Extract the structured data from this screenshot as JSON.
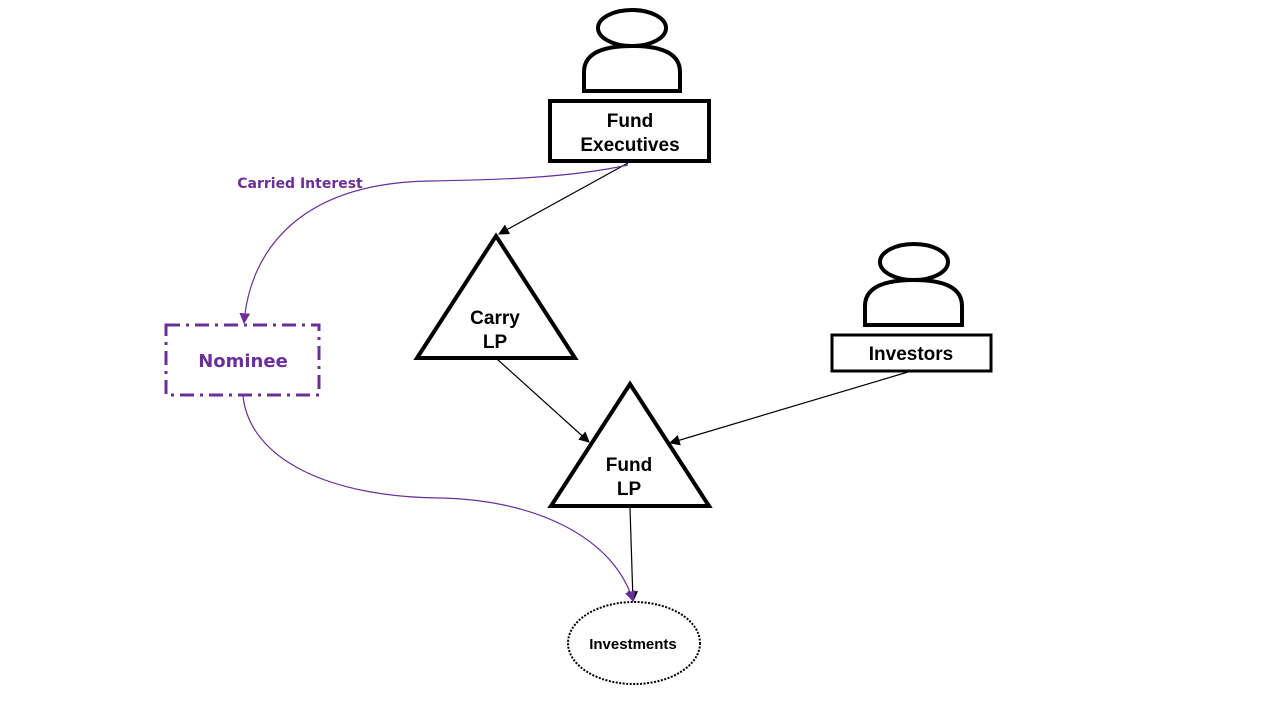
{
  "colors": {
    "accent": "#6b2f99",
    "stroke": "#000000",
    "background": "#ffffff"
  },
  "nodes": {
    "fund_executives": {
      "line1": "Fund",
      "line2": "Executives",
      "icon": "person-icon"
    },
    "investors": {
      "label": "Investors",
      "icon": "person-icon"
    },
    "carry_lp": {
      "line1": "Carry",
      "line2": "LP",
      "shape": "triangle"
    },
    "fund_lp": {
      "line1": "Fund",
      "line2": "LP",
      "shape": "triangle"
    },
    "nominee": {
      "label": "Nominee",
      "shape": "dash-dot-rectangle"
    },
    "investments": {
      "label": "Investments",
      "shape": "dotted-ellipse"
    }
  },
  "edges": [
    {
      "from": "Fund Executives",
      "to": "Carry LP",
      "label": ""
    },
    {
      "from": "Fund Executives",
      "to": "Nominee",
      "label": "Carried Interest"
    },
    {
      "from": "Carry LP",
      "to": "Fund LP",
      "label": ""
    },
    {
      "from": "Investors",
      "to": "Fund LP",
      "label": ""
    },
    {
      "from": "Fund LP",
      "to": "Investments",
      "label": ""
    },
    {
      "from": "Nominee",
      "to": "Investments",
      "label": ""
    }
  ],
  "edge_labels": {
    "carried_interest": "Carried Interest"
  }
}
